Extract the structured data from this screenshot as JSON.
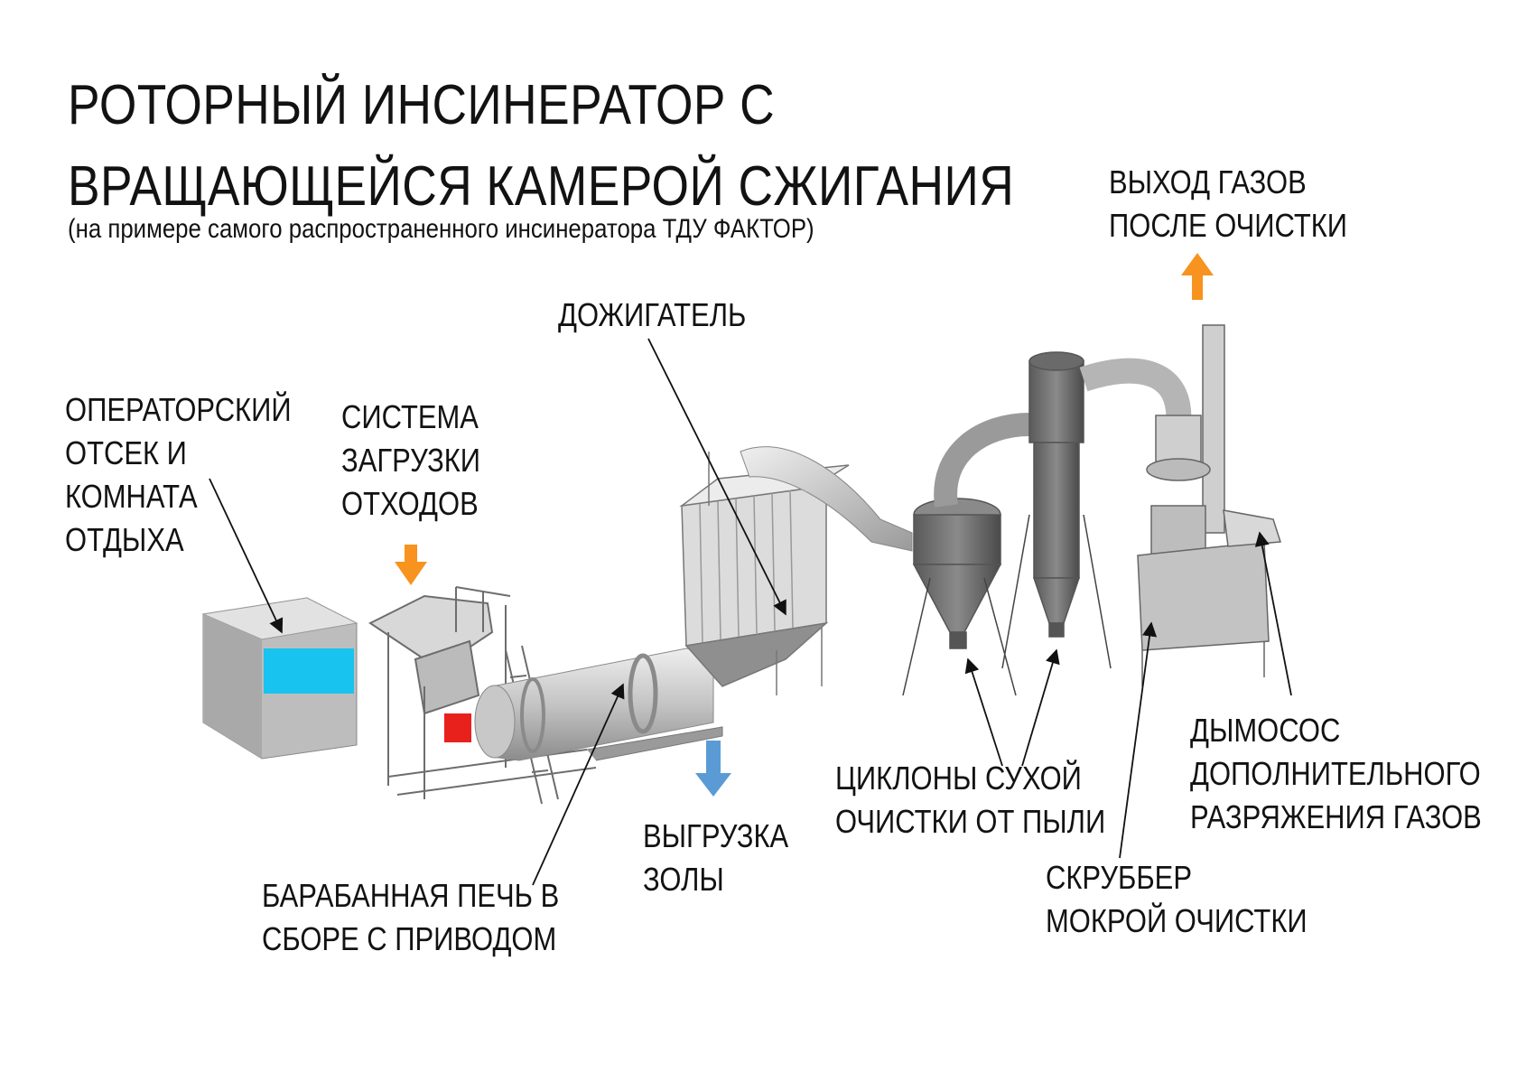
{
  "title": {
    "line1": "РОТОРНЫЙ ИНСИНЕРАТОР С",
    "line2": "ВРАЩАЮЩЕЙСЯ КАМЕРОЙ СЖИГАНИЯ",
    "subtitle": "(на примере самого распространенного инсинератора ТДУ ФАКТОР)"
  },
  "labels": {
    "operator_room": [
      "ОПЕРАТОРСКИЙ",
      "ОТСЕК И",
      "КОМНАТА",
      "ОТДЫХА"
    ],
    "loading_system": [
      "СИСТЕМА",
      "ЗАГРУЗКИ",
      "ОТХОДОВ"
    ],
    "afterburner": [
      "ДОЖИГАТЕЛЬ"
    ],
    "gas_exit": [
      "ВЫХОД ГАЗОВ",
      "ПОСЛЕ ОЧИСТКИ"
    ],
    "drum_kiln": [
      "БАРАБАННАЯ ПЕЧЬ В",
      "СБОРЕ С ПРИВОДОМ"
    ],
    "ash_unloading": [
      "ВЫГРУЗКА",
      "ЗОЛЫ"
    ],
    "cyclones": [
      "ЦИКЛОНЫ СУХОЙ",
      "ОЧИСТКИ ОТ ПЫЛИ"
    ],
    "scrubber": [
      "СКРУББЕР",
      "МОКРОЙ ОЧИСТКИ"
    ],
    "exhauster": [
      "ДЫМОСОС",
      "ДОПОЛНИТЕЛЬНОГО",
      "РАЗРЯЖЕНИЯ ГАЗОВ"
    ]
  },
  "colors": {
    "input_arrow": "#f7931e",
    "output_arrow": "#f7931e",
    "ash_arrow": "#5b9bd5",
    "window": "#19c3f0",
    "hot_part": "#e8211c",
    "equipment": "#c9c9c9"
  }
}
